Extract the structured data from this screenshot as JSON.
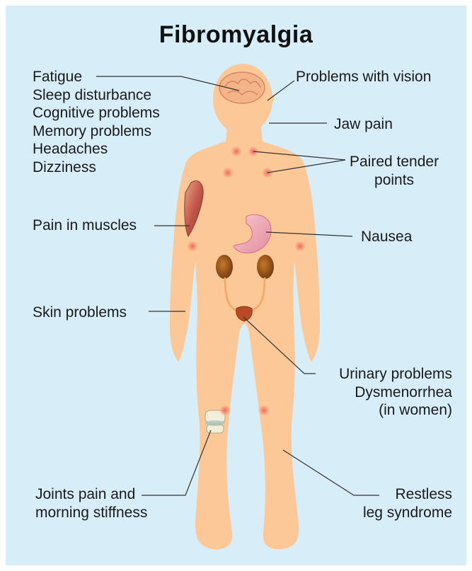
{
  "title": "Fibromyalgia",
  "labels": {
    "brain_symptoms": [
      "Fatigue",
      "Sleep disturbance",
      "Cognitive problems",
      "Memory problems",
      "Headaches",
      "Dizziness"
    ],
    "vision": "Problems with vision",
    "jaw": "Jaw pain",
    "tender_points": [
      "Paired tender",
      "points"
    ],
    "muscles": "Pain in muscles",
    "nausea": "Nausea",
    "skin": "Skin problems",
    "urinary": [
      "Urinary problems",
      "Dysmenorrhea",
      "(in women)"
    ],
    "joints": [
      "Joints pain and",
      "morning stiffness"
    ],
    "restless": [
      "Restless",
      "leg syndrome"
    ]
  },
  "colors": {
    "background": "#d7eef9",
    "body": "#fcc898",
    "tender_point": "#f0605a",
    "leader_line": "#333333"
  },
  "icons": [
    "brain-icon",
    "muscle-icon",
    "stomach-icon",
    "kidney-icon",
    "bladder-icon",
    "knee-joint-icon"
  ]
}
